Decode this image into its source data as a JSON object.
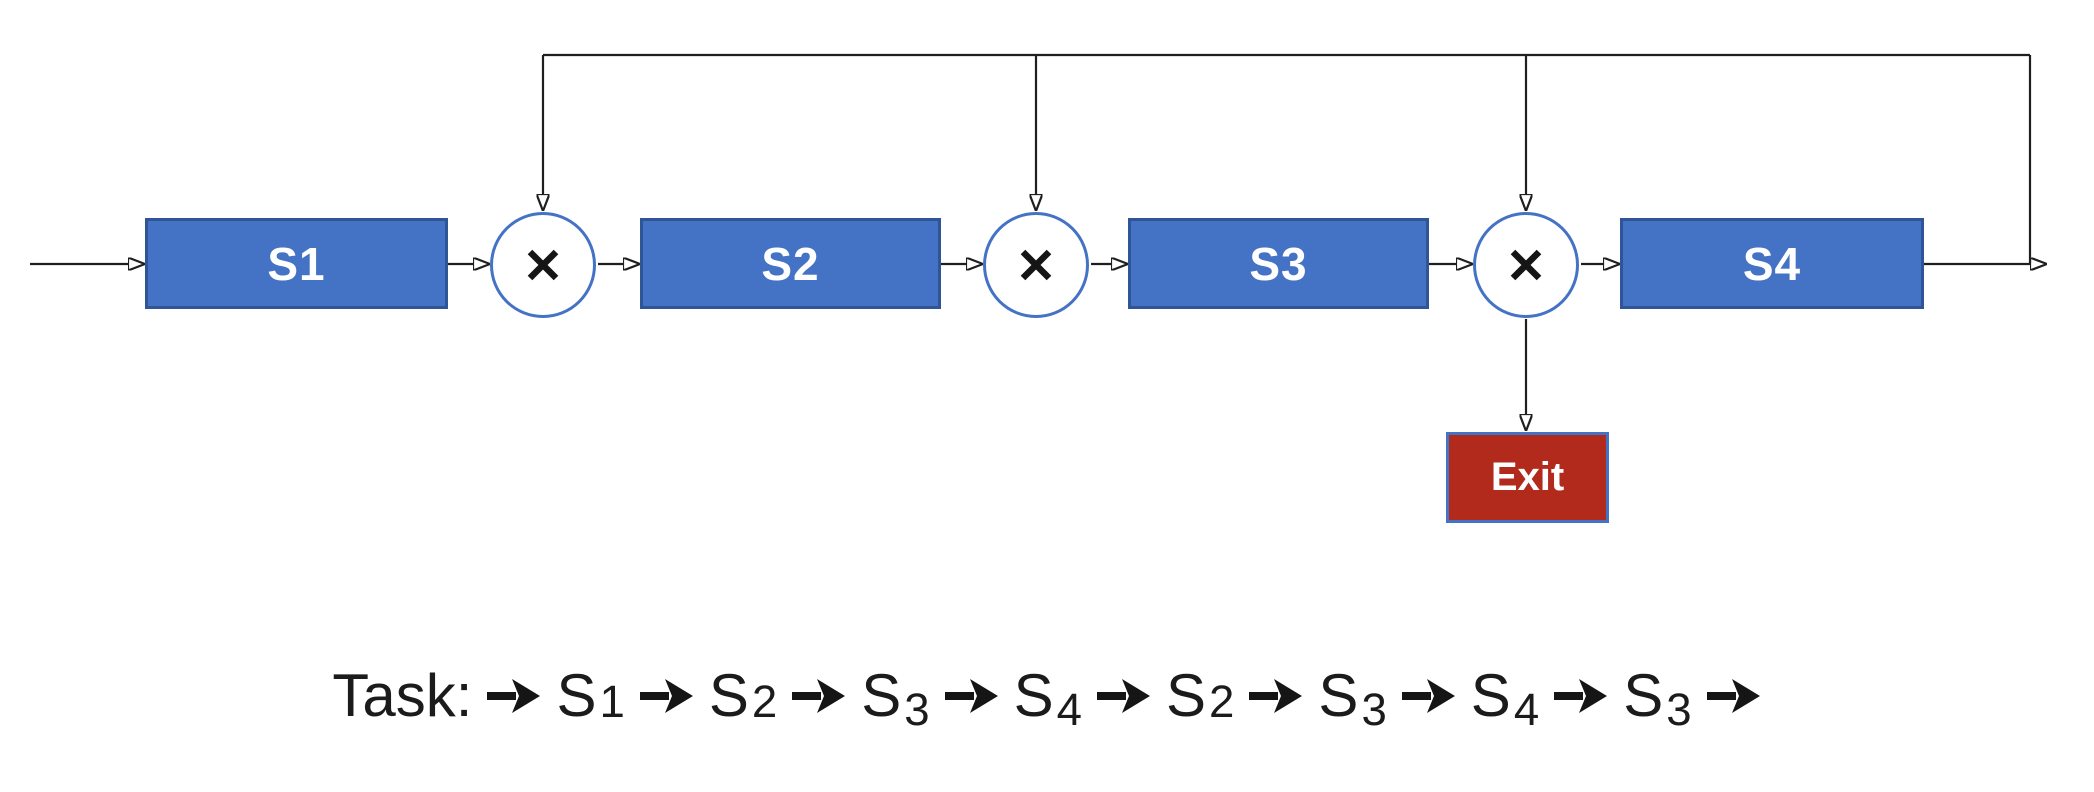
{
  "diagram": {
    "stage_labels": [
      "S1",
      "S2",
      "S3",
      "S4"
    ],
    "junction_symbol": "×",
    "junction_count": 3,
    "exit_label": "Exit",
    "colors": {
      "stage_fill": "#4472C4",
      "stage_border": "#2F5597",
      "junction_border": "#4472C4",
      "exit_fill": "#B22A1C",
      "exit_border": "#4472C4",
      "wire": "#1f1f1f",
      "text_on_shapes": "#ffffff"
    }
  },
  "task": {
    "label": "Task:",
    "sequence": [
      "S1",
      "S2",
      "S3",
      "S4",
      "S2",
      "S3",
      "S4",
      "S3"
    ],
    "trailing_arrow": true
  }
}
